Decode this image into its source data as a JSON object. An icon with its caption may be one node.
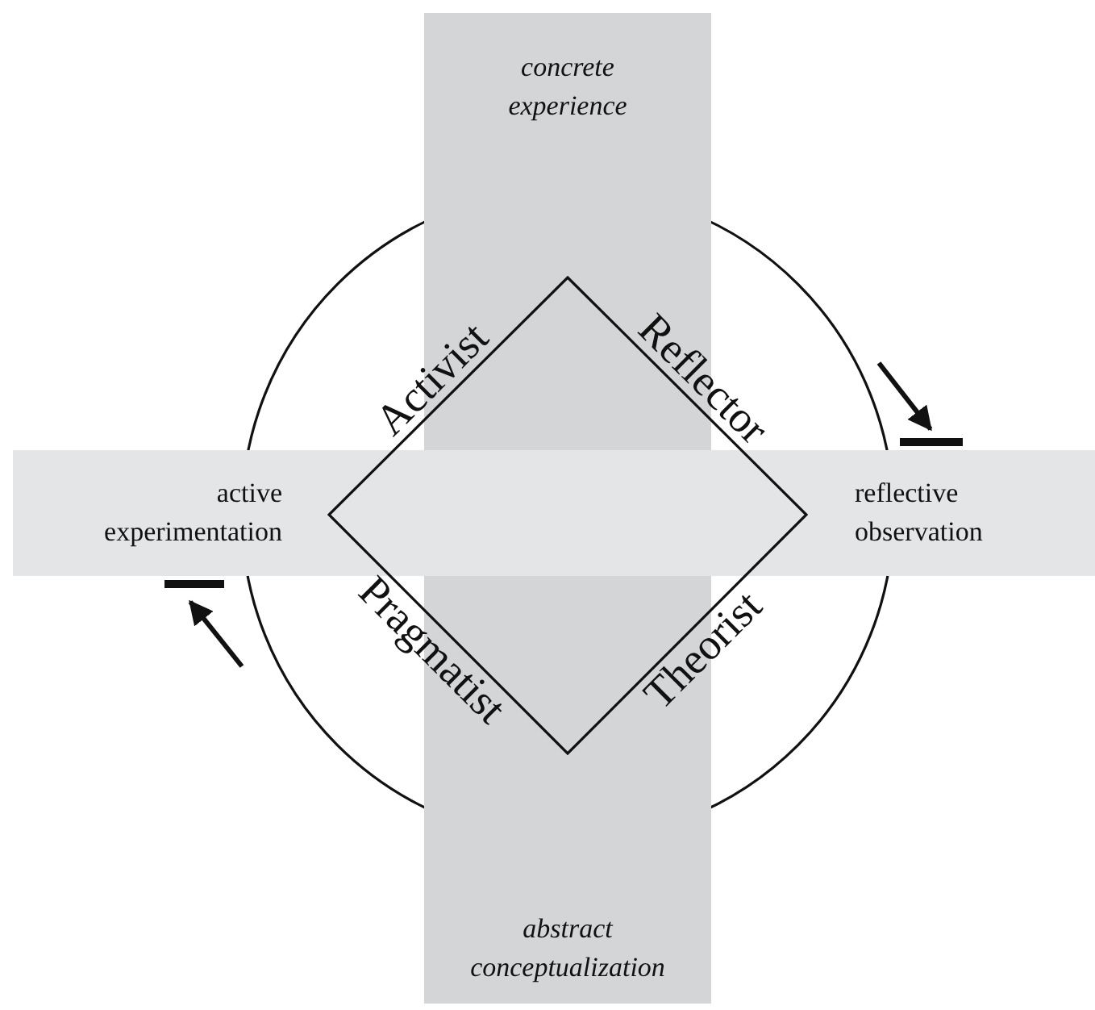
{
  "diagram": {
    "nodes": [
      {
        "text": [
          "concrete experience",
          "abstract conceptualization"
        ]
      },
      {
        "text": [
          "active experimentation"
        ]
      },
      {
        "text": [
          "reflective observation"
        ]
      },
      {
        "text": [],
        "shape": "diamond"
      }
    ],
    "labels": [
      "Activist",
      "Reflector",
      "Pragmatist",
      "Theorist"
    ]
  }
}
